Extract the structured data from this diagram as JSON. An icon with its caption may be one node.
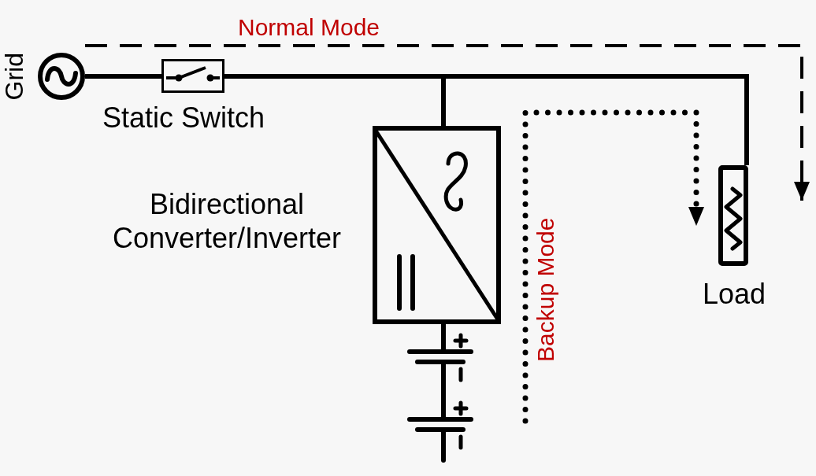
{
  "diagram": {
    "nodes": [
      {
        "text": [
          "Grid"
        ]
      },
      {
        "text": [
          "Static Switch"
        ]
      },
      {
        "text": [
          "Bidirectional Converter/Inverter"
        ]
      },
      {
        "text": [
          "Load"
        ]
      },
      {
        "text": [],
        "shape": "battery"
      }
    ],
    "edges": [
      {
        "from": 0,
        "to": 1,
        "arrow": "none"
      },
      {
        "from": 1,
        "to": 2,
        "arrow": "none"
      },
      {
        "from": 1,
        "to": 3,
        "arrow": "none"
      },
      {
        "from": 2,
        "to": 4,
        "arrow": "none"
      },
      {
        "from": 0,
        "to": 3,
        "arrow": "to",
        "style": "dashed",
        "label": "Normal Mode"
      },
      {
        "from": null,
        "to": 3,
        "arrow": "to",
        "style": "dashed",
        "label": "Backup Mode"
      }
    ]
  }
}
